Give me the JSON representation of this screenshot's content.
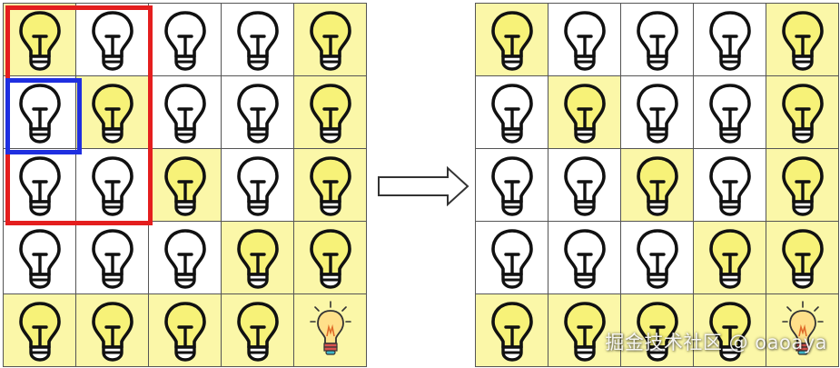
{
  "colors": {
    "lit_cell": "#fbf7a8",
    "unlit_cell": "#ffffff",
    "lit_bulb": "#f7f278",
    "outline": "#111111",
    "selection_outer": "#e41e1e",
    "selection_inner": "#1f2fe0"
  },
  "icons": {
    "cell": "lightbulb-icon",
    "transition": "right-arrow-icon",
    "special": "glowing-lightbulb-icon"
  },
  "before_grid": [
    [
      1,
      0,
      0,
      0,
      1
    ],
    [
      0,
      1,
      0,
      0,
      1
    ],
    [
      0,
      0,
      1,
      0,
      1
    ],
    [
      0,
      0,
      0,
      1,
      1
    ],
    [
      1,
      1,
      1,
      1,
      2
    ]
  ],
  "after_grid": [
    [
      1,
      0,
      0,
      0,
      1
    ],
    [
      0,
      1,
      0,
      0,
      1
    ],
    [
      0,
      0,
      1,
      0,
      1
    ],
    [
      0,
      0,
      0,
      1,
      1
    ],
    [
      1,
      1,
      1,
      1,
      2
    ]
  ],
  "watermark": "掘金技术社区 @ oaoaya"
}
